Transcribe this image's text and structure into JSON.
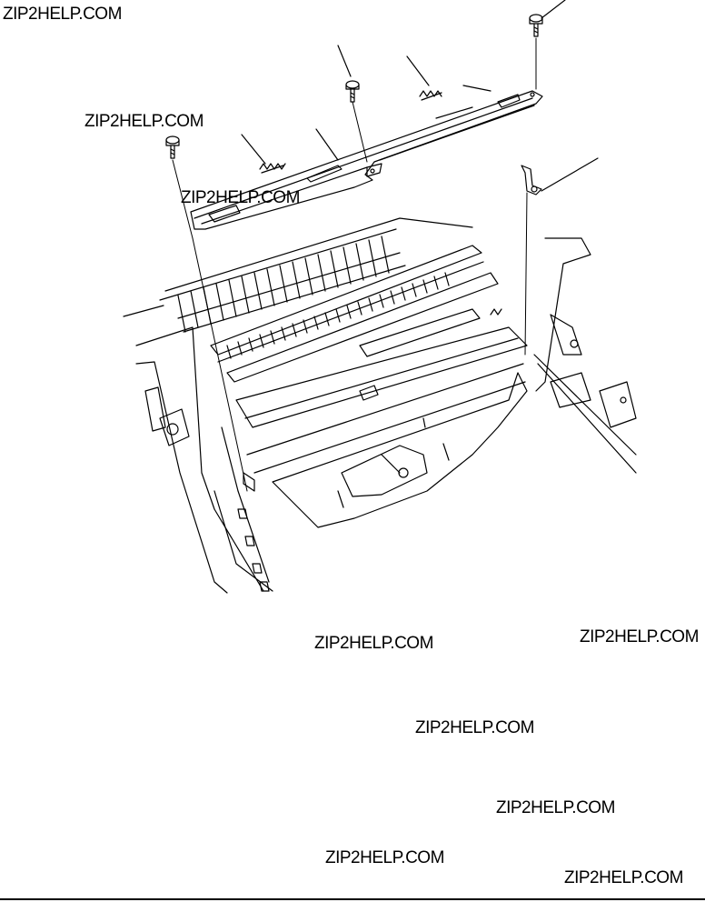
{
  "watermarks": [
    "ZIP2HELP.COM",
    "ZIP2HELP.COM",
    "ZIP2HELP.COM",
    "ZIP2HELP.COM",
    "ZIP2HELP.COM",
    "ZIP2HELP.COM",
    "ZIP2HELP.COM",
    "ZIP2HELP.COM",
    "ZIP2HELP.COM"
  ],
  "colors": {
    "line": "#000000",
    "background": "#ffffff"
  },
  "icons": [
    "screw-icon",
    "spring-icon",
    "lever-icon"
  ]
}
